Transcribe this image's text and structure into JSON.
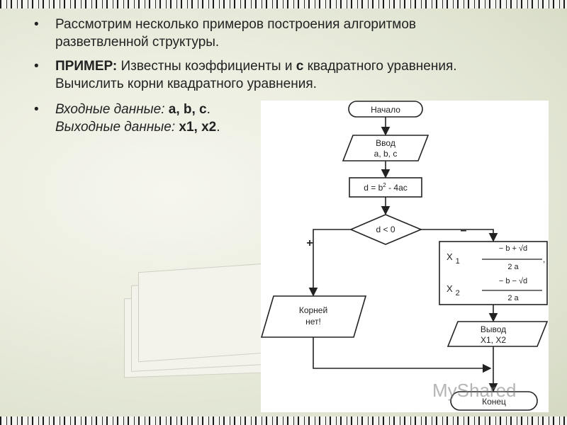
{
  "slide": {
    "bullet1": {
      "line1": "Рассмотрим несколько примеров построения алгоритмов",
      "line2": "разветвленной структуры."
    },
    "bullet2": {
      "label": "ПРИМЕР:",
      "text_a": " Известны коэффициенты и ",
      "coef": "с",
      "text_b": " квадратного уравнения.",
      "line2": "Вычислить корни квадратного уравнения."
    },
    "bullet3": {
      "input_label": "Входные данные: ",
      "input_vars": "a, b, c",
      "output_label": "Выходные данные: ",
      "output_vars": "x1, x2",
      "period": "."
    },
    "bullet_symbol": "•"
  },
  "flowchart": {
    "start": "Начало",
    "input_title": "Ввод",
    "input_vars": "a, b, c",
    "discriminant": "d = b",
    "discriminant_power": "2",
    "discriminant_rest": " - 4ac",
    "condition": "d < 0",
    "yes_label": "+",
    "no_label": "–",
    "no_roots_line1": "Корней",
    "no_roots_line2": "нет!",
    "x1_label": "X",
    "x1_sub": "1",
    "x2_label": "X",
    "x2_sub": "2",
    "x1_numerator": "− b + √d",
    "x2_numerator": "− b − √d",
    "denominator": "2 a",
    "comma": ",",
    "output_title": "Вывод",
    "output_vars": "X1, X2",
    "end": "Конец"
  },
  "watermark": "MyShared"
}
